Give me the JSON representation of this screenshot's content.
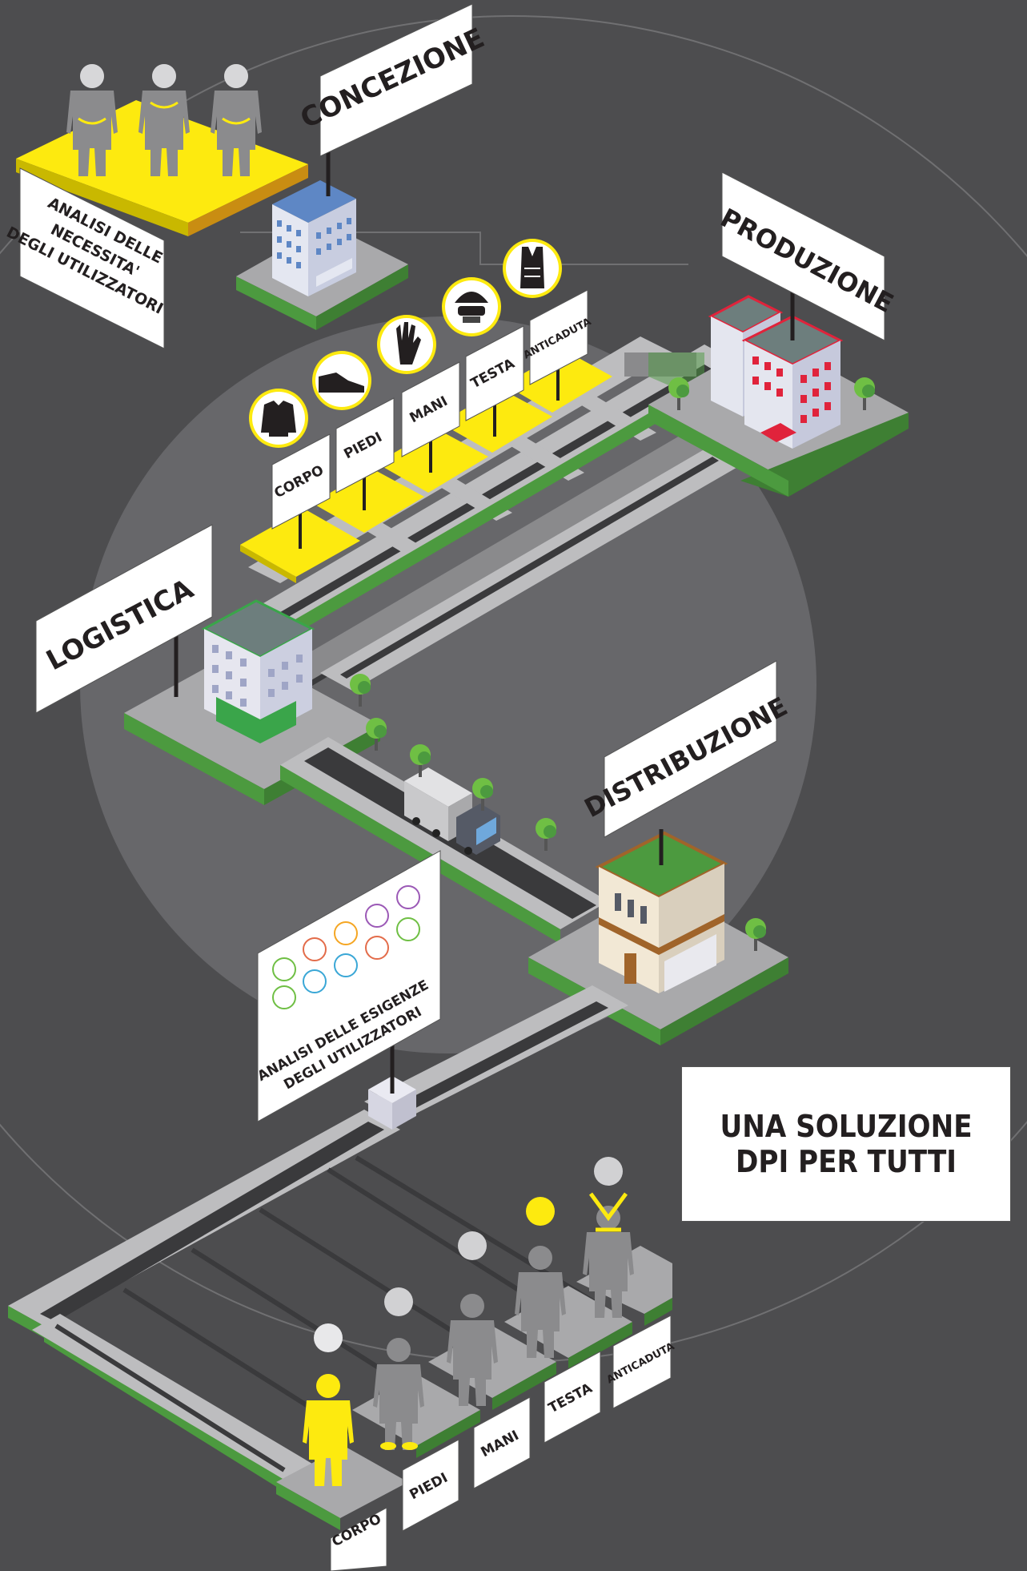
{
  "stages": {
    "concezione": "CONCEZIONE",
    "produzione": "PRODUZIONE",
    "logistica": "LOGISTICA",
    "distribuzione": "DISTRIBUZIONE"
  },
  "signs": {
    "analisi_necessita": [
      "ANALISI DELLE",
      "NECESSITA'",
      "DEGLI UTILIZZATORI"
    ],
    "analisi_esigenze": [
      "ANALISI DELLE ESIGENZE",
      "DEGLI UTILIZZATORI"
    ]
  },
  "categories": [
    "CORPO",
    "PIEDI",
    "MANI",
    "TESTA",
    "ANTICADUTA"
  ],
  "tagline": "UNA SOLUZIONE DPI PER TUTTI",
  "colors": {
    "background": "#4d4d4f",
    "circle": "#67676a",
    "yellow": "#fdea0f",
    "green": "#4c9a3f",
    "platform_top": "#a9a9ab",
    "road": "#3a3a3c",
    "sign_panel": "#ffffff"
  },
  "icons": [
    "jacket-icon",
    "shoe-icon",
    "glove-icon",
    "helmet-icon",
    "harness-icon",
    "truck-icon",
    "building-icon",
    "tree-icon",
    "worker-icon"
  ]
}
